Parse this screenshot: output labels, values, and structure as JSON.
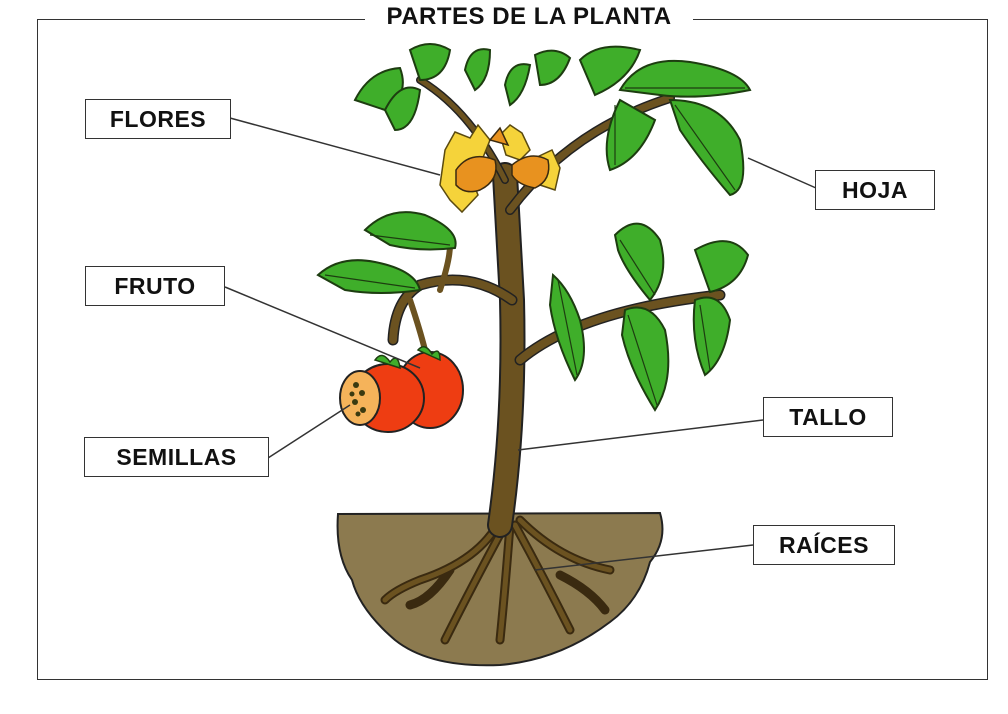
{
  "title": "PARTES DE LA PLANTA",
  "labels": {
    "flores": "FLORES",
    "hoja": "HOJA",
    "fruto": "FRUTO",
    "semillas": "SEMILLAS",
    "tallo": "TALLO",
    "raices": "RAÍCES"
  },
  "colors": {
    "stem": "#6b5220",
    "leaf": "#3fae2a",
    "soil": "#8c7a4f",
    "fruit": "#ee3d12",
    "flower": "#f5d33a"
  }
}
